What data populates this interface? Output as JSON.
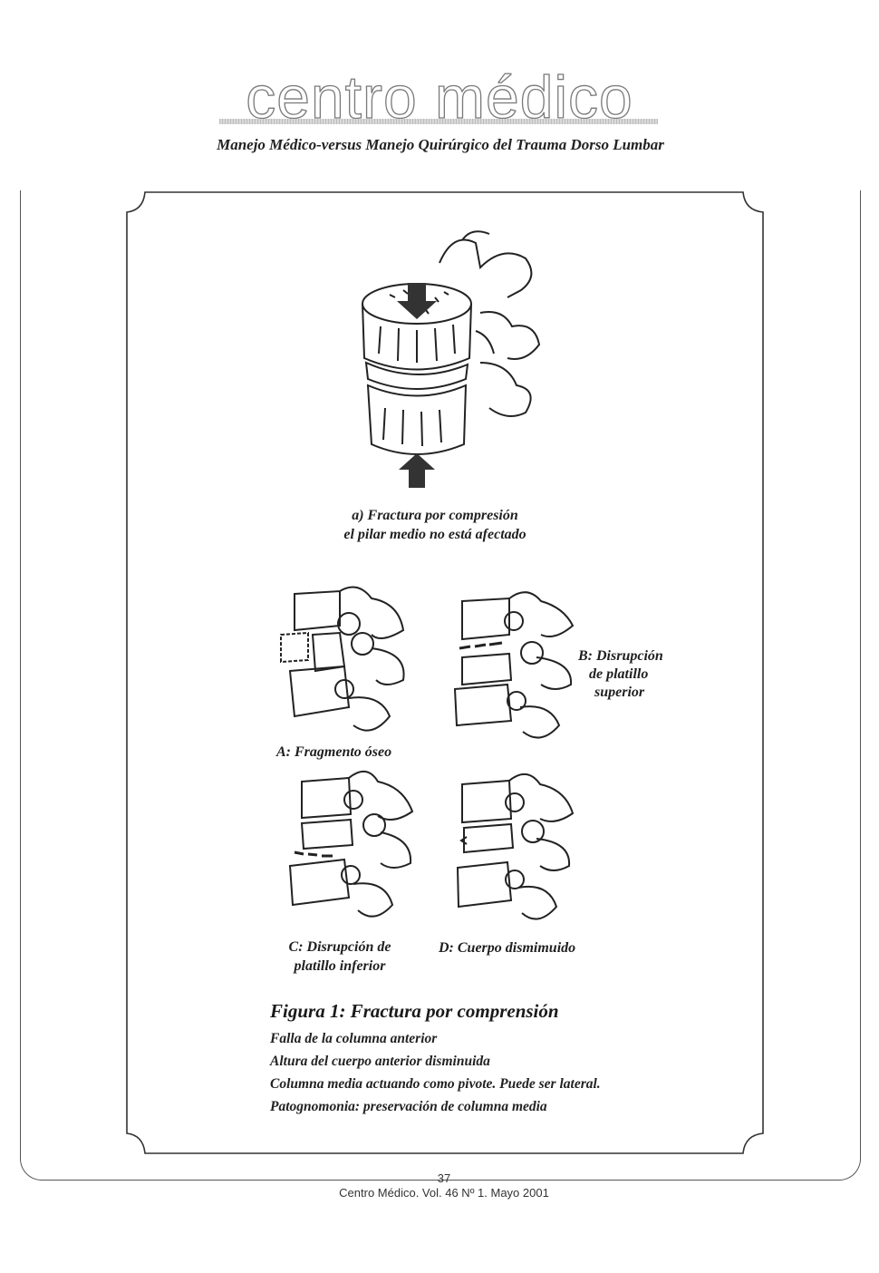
{
  "header": {
    "masthead": "centro médico",
    "subtitle": "Manejo Médico-versus Manejo Quirúrgico del Trauma Dorso Lumbar"
  },
  "figure": {
    "top_caption": {
      "line1": "a) Fractura por compresión",
      "line2": "el pilar medio no está afectado"
    },
    "panels": {
      "A": {
        "line1": "A:  Fragmento óseo"
      },
      "B": {
        "line1": "B: Disrupción",
        "line2": "de platillo",
        "line3": "superior"
      },
      "C": {
        "line1": "C: Disrupción de",
        "line2": "platillo inferior"
      },
      "D": {
        "line1": "D: Cuerpo dismimuido"
      }
    },
    "title": "Figura 1: Fractura por comprensión",
    "notes": [
      "Falla de la columna anterior",
      "Altura del cuerpo anterior disminuida",
      "Columna media actuando como pivote. Puede ser lateral.",
      "Patognomonia: preservación de columna media"
    ]
  },
  "footer": {
    "page_number": "37",
    "journal_ref": "Centro Médico. Vol. 46 Nº 1. Mayo 2001"
  }
}
